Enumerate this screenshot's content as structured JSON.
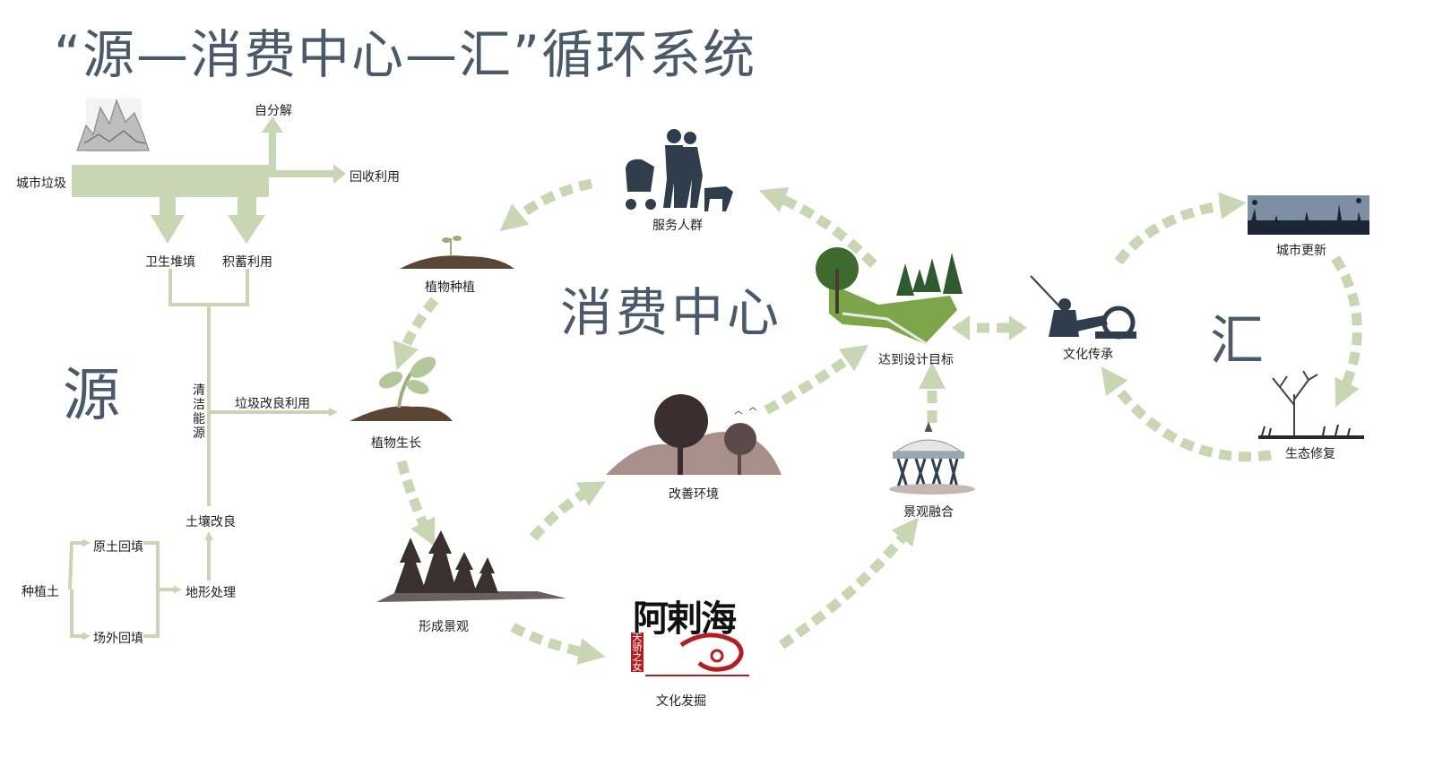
{
  "title": "“源—消费中心—汇”循环系统",
  "headings": {
    "source": "源",
    "center": "消费中心",
    "sink": "汇"
  },
  "left": {
    "city_waste": "城市垃圾",
    "self_decompose": "自分解",
    "recycle": "回收利用",
    "landfill": "卫生堆填",
    "storage": "积蓄利用",
    "clean_energy": "清洁能源",
    "waste_improve": "垃圾改良利用",
    "soil_improve": "土壤改良",
    "planting_soil": "种植土",
    "original_fill": "原土回填",
    "offsite_fill": "场外回填",
    "terrain": "地形处理"
  },
  "center": {
    "service": "服务人群",
    "planting": "植物种植",
    "growth": "植物生长",
    "landscape": "形成景观",
    "culture_dig": "文化发掘",
    "improve_env": "改善环境",
    "landscape_merge": "景观融合",
    "target": "达到设计目标"
  },
  "right": {
    "heritage": "文化传承",
    "renewal": "城市更新",
    "eco_repair": "生态修复"
  },
  "logo": {
    "name": "阿剌海",
    "sub": "天骄之女"
  },
  "colors": {
    "arrow": "#c9d6b4",
    "heading": "#4a5a6a",
    "silhouette": "#2f3d4c",
    "brown": "#5a4636"
  }
}
